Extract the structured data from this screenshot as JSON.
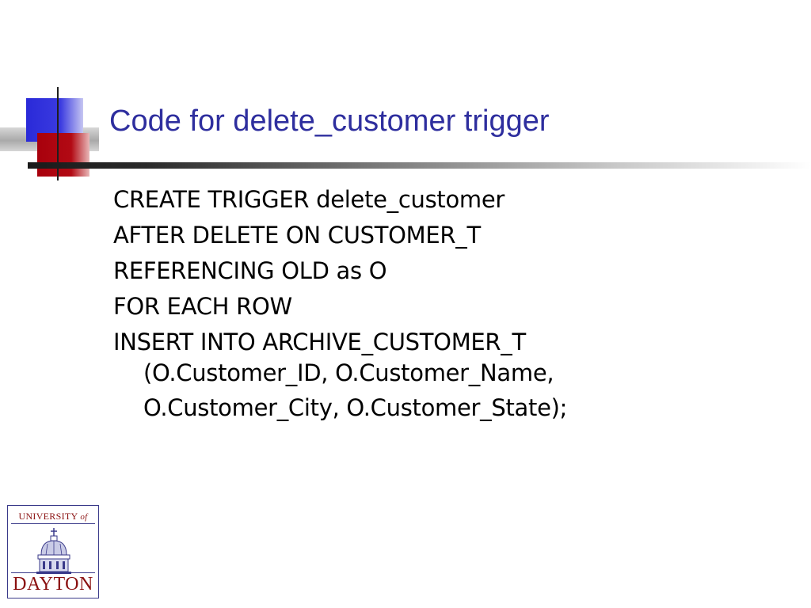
{
  "slide": {
    "title": "Code for delete_customer trigger",
    "code_lines": [
      "CREATE TRIGGER delete_customer",
      "AFTER DELETE ON CUSTOMER_T",
      "REFERENCING OLD as O",
      "FOR EACH ROW",
      "INSERT INTO ARCHIVE_CUSTOMER_T"
    ],
    "code_continuation": [
      "(O.Customer_ID, O.Customer_Name,",
      "O.Customer_City, O.Customer_State);"
    ]
  },
  "logo": {
    "top_text": "UNIVERSITY",
    "top_text_of": "of",
    "bottom_text": "DAYTON",
    "icon": "chapel-dome-icon"
  },
  "colors": {
    "title": "#2e2e9e",
    "accent_blue": "#2a2ad8",
    "accent_red": "#a8000c",
    "logo_red": "#8a1010",
    "logo_blue": "#3a3a8a"
  }
}
